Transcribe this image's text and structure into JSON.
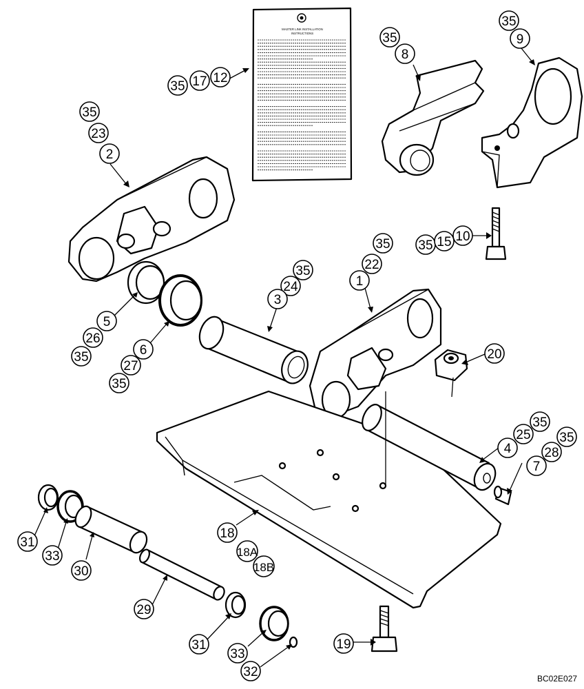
{
  "instruction_card": {
    "title_line1": "MASTER LINK INSTALLATION",
    "title_line2": "INSTRUCTIONS"
  },
  "callouts": [
    {
      "id": "c-35-card",
      "label": "35"
    },
    {
      "id": "c-17",
      "label": "17"
    },
    {
      "id": "c-12",
      "label": "12"
    },
    {
      "id": "c-35-8",
      "label": "35"
    },
    {
      "id": "c-8",
      "label": "8"
    },
    {
      "id": "c-35-9",
      "label": "35"
    },
    {
      "id": "c-9",
      "label": "9"
    },
    {
      "id": "c-35-2",
      "label": "35"
    },
    {
      "id": "c-23",
      "label": "23"
    },
    {
      "id": "c-2",
      "label": "2"
    },
    {
      "id": "c-35-10",
      "label": "35"
    },
    {
      "id": "c-15",
      "label": "15"
    },
    {
      "id": "c-10",
      "label": "10"
    },
    {
      "id": "c-35-1",
      "label": "35"
    },
    {
      "id": "c-22",
      "label": "22"
    },
    {
      "id": "c-1",
      "label": "1"
    },
    {
      "id": "c-35-3",
      "label": "35"
    },
    {
      "id": "c-24",
      "label": "24"
    },
    {
      "id": "c-3",
      "label": "3"
    },
    {
      "id": "c-5",
      "label": "5"
    },
    {
      "id": "c-26",
      "label": "26"
    },
    {
      "id": "c-35-5",
      "label": "35"
    },
    {
      "id": "c-6",
      "label": "6"
    },
    {
      "id": "c-27",
      "label": "27"
    },
    {
      "id": "c-35-6",
      "label": "35"
    },
    {
      "id": "c-20",
      "label": "20"
    },
    {
      "id": "c-35-4",
      "label": "35"
    },
    {
      "id": "c-25",
      "label": "25"
    },
    {
      "id": "c-4",
      "label": "4"
    },
    {
      "id": "c-35-7",
      "label": "35"
    },
    {
      "id": "c-28",
      "label": "28"
    },
    {
      "id": "c-7",
      "label": "7"
    },
    {
      "id": "c-18",
      "label": "18"
    },
    {
      "id": "c-18a",
      "label": "18A"
    },
    {
      "id": "c-18b",
      "label": "18B"
    },
    {
      "id": "c-31a",
      "label": "31"
    },
    {
      "id": "c-33a",
      "label": "33"
    },
    {
      "id": "c-30",
      "label": "30"
    },
    {
      "id": "c-29",
      "label": "29"
    },
    {
      "id": "c-31b",
      "label": "31"
    },
    {
      "id": "c-33b",
      "label": "33"
    },
    {
      "id": "c-32",
      "label": "32"
    },
    {
      "id": "c-19",
      "label": "19"
    }
  ],
  "drawing_code": "BC02E027"
}
